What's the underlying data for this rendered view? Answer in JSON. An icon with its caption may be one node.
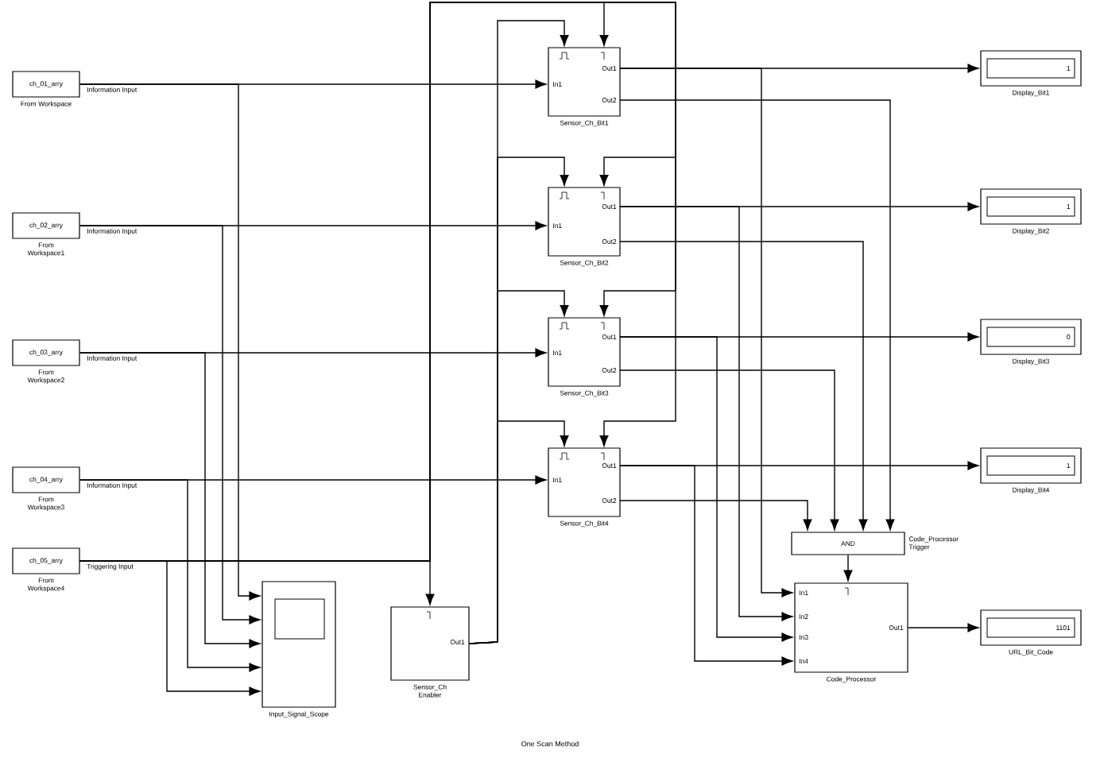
{
  "diagram": {
    "caption": "One Scan Method",
    "nodes": [
      {
        "text": [
          "ch_01_arry",
          "From Workspace"
        ]
      },
      {
        "text": [
          "ch_02_arry",
          "From Workspace1"
        ]
      },
      {
        "text": [
          "ch_03_arry",
          "From Workspace2"
        ]
      },
      {
        "text": [
          "ch_04_arry",
          "From Workspace3"
        ]
      },
      {
        "text": [
          "ch_05_arry",
          "From Workspace4"
        ]
      },
      {
        "text": [
          "In1",
          "Out1",
          "Out2",
          "Sensor_Ch_Bit1"
        ]
      },
      {
        "text": [
          "In1",
          "Out1",
          "Out2",
          "Sensor_Ch_Bit2"
        ]
      },
      {
        "text": [
          "In1",
          "Out1",
          "Out2",
          "Sensor_Ch_Bit3"
        ]
      },
      {
        "text": [
          "In1",
          "Out1",
          "Out2",
          "Sensor_Ch_Bit4"
        ]
      },
      {
        "text": [
          "Input_Signal_Scope"
        ]
      },
      {
        "text": [
          "Out1",
          "Sensor_Ch Enabler"
        ]
      },
      {
        "text": [
          "1",
          "Display_Bit1"
        ]
      },
      {
        "text": [
          "1",
          "Display_Bit2"
        ]
      },
      {
        "text": [
          "0",
          "Display_Bit3"
        ]
      },
      {
        "text": [
          "1",
          "Display_Bit4"
        ]
      },
      {
        "text": [
          "AND",
          "Code_Processor Trigger"
        ]
      },
      {
        "text": [
          "In1",
          "In2",
          "In3",
          "In4",
          "Out1",
          "Code_Processor"
        ]
      },
      {
        "text": [
          "1101",
          "URL_Bit_Code"
        ]
      }
    ],
    "edges": [
      {
        "from": 0,
        "to": 5,
        "arrow": "to",
        "label": "Information Input"
      },
      {
        "from": 0,
        "to": 9,
        "arrow": "to"
      },
      {
        "from": 1,
        "to": 6,
        "arrow": "to",
        "label": "Information Input"
      },
      {
        "from": 1,
        "to": 9,
        "arrow": "to"
      },
      {
        "from": 2,
        "to": 7,
        "arrow": "to",
        "label": "Information Input"
      },
      {
        "from": 2,
        "to": 9,
        "arrow": "to"
      },
      {
        "from": 3,
        "to": 8,
        "arrow": "to",
        "label": "Information Input"
      },
      {
        "from": 3,
        "to": 9,
        "arrow": "to"
      },
      {
        "from": 4,
        "to": 10,
        "arrow": "to",
        "label": "Triggering Input"
      },
      {
        "from": 4,
        "to": 9,
        "arrow": "to"
      },
      {
        "from": 4,
        "to": 5,
        "arrow": "to"
      },
      {
        "from": 4,
        "to": 6,
        "arrow": "to"
      },
      {
        "from": 4,
        "to": 7,
        "arrow": "to"
      },
      {
        "from": 4,
        "to": 8,
        "arrow": "to"
      },
      {
        "from": 10,
        "to": 5,
        "arrow": "to"
      },
      {
        "from": 10,
        "to": 6,
        "arrow": "to"
      },
      {
        "from": 10,
        "to": 7,
        "arrow": "to"
      },
      {
        "from": 10,
        "to": 8,
        "arrow": "to"
      },
      {
        "from": 5,
        "to": 11,
        "arrow": "to"
      },
      {
        "from": 5,
        "to": 16,
        "arrow": "to"
      },
      {
        "from": 6,
        "to": 12,
        "arrow": "to"
      },
      {
        "from": 6,
        "to": 16,
        "arrow": "to"
      },
      {
        "from": 7,
        "to": 13,
        "arrow": "to"
      },
      {
        "from": 7,
        "to": 16,
        "arrow": "to"
      },
      {
        "from": 8,
        "to": 14,
        "arrow": "to"
      },
      {
        "from": 8,
        "to": 16,
        "arrow": "to"
      },
      {
        "from": 5,
        "to": 15,
        "arrow": "to"
      },
      {
        "from": 6,
        "to": 15,
        "arrow": "to"
      },
      {
        "from": 7,
        "to": 15,
        "arrow": "to"
      },
      {
        "from": 8,
        "to": 15,
        "arrow": "to"
      },
      {
        "from": 15,
        "to": 16,
        "arrow": "to"
      },
      {
        "from": 16,
        "to": 17,
        "arrow": "to"
      }
    ]
  }
}
